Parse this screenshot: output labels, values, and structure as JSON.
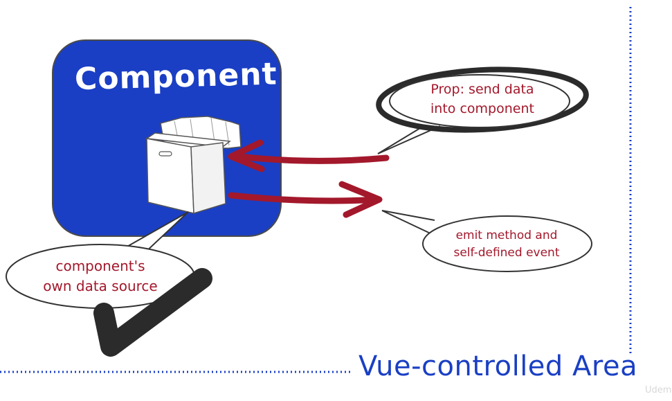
{
  "component": {
    "title": "Component"
  },
  "prop_bubble": {
    "line1": "Prop: send data",
    "line2": "into component"
  },
  "emit_bubble": {
    "line1": "emit method and",
    "line2": "self-defined event"
  },
  "data_bubble": {
    "line1": "component's",
    "line2": "own data source"
  },
  "area": {
    "label": "Vue-controlled Area"
  },
  "watermark": {
    "text": "Udemy"
  },
  "colors": {
    "component_fill": "#1a3fc4",
    "arrow": "#a3182b",
    "bubble_text": "#a3182b",
    "area_border": "#1a3fc4",
    "checkmark": "#2b2b2b"
  },
  "icons": {
    "data_source": "file-box-icon",
    "check": "checkmark-icon"
  }
}
